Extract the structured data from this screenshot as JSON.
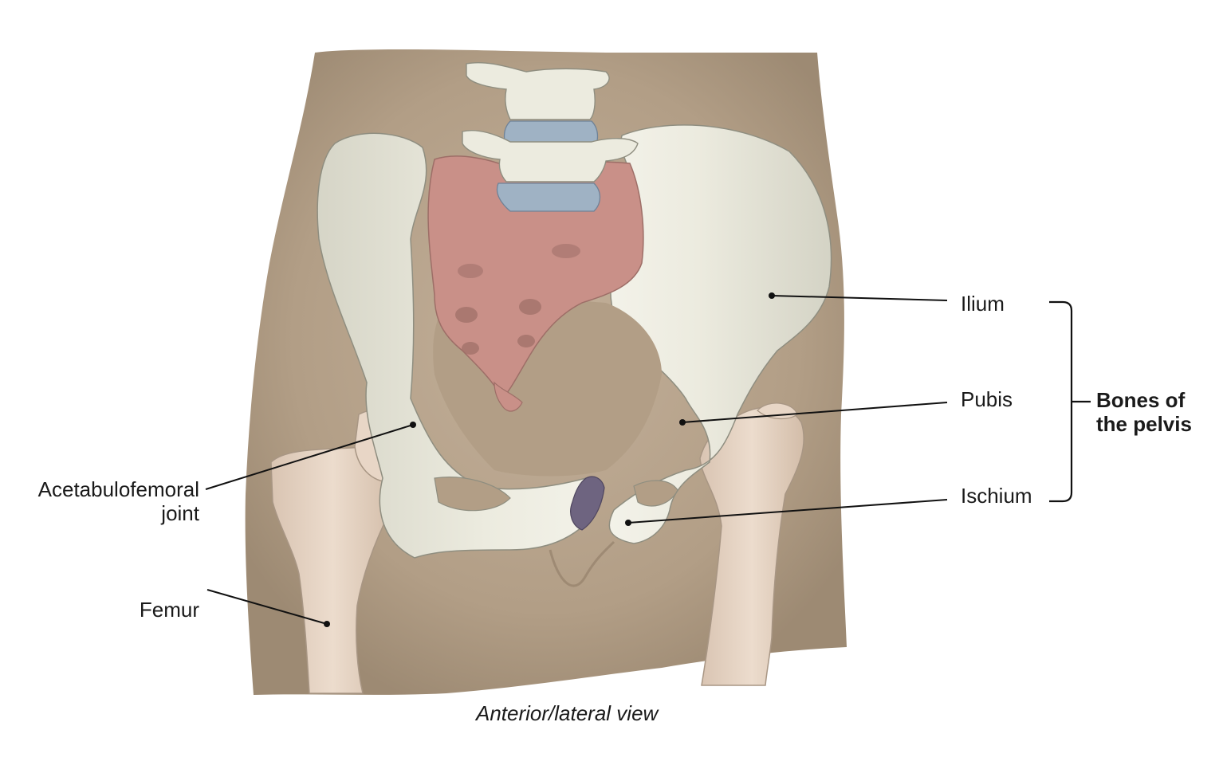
{
  "labels": {
    "ilium": "Ilium",
    "pubis": "Pubis",
    "ischium": "Ischium",
    "group_line1": "Bones of",
    "group_line2": "the pelvis",
    "acetabulofemoral_line1": "Acetabulofemoral",
    "acetabulofemoral_line2": "joint",
    "femur": "Femur"
  },
  "caption": "Anterior/lateral view",
  "colors": {
    "skin": "#b29e86",
    "skin_shadow": "#9d8a73",
    "bone": "#ecebdf",
    "bone_shade": "#d6d5c7",
    "sacrum": "#c99088",
    "intervertebral_disc": "#9fb2c4",
    "pubic_symphysis": "#6e6480",
    "femur": "#e8d6c6",
    "leader_line": "#111111"
  }
}
